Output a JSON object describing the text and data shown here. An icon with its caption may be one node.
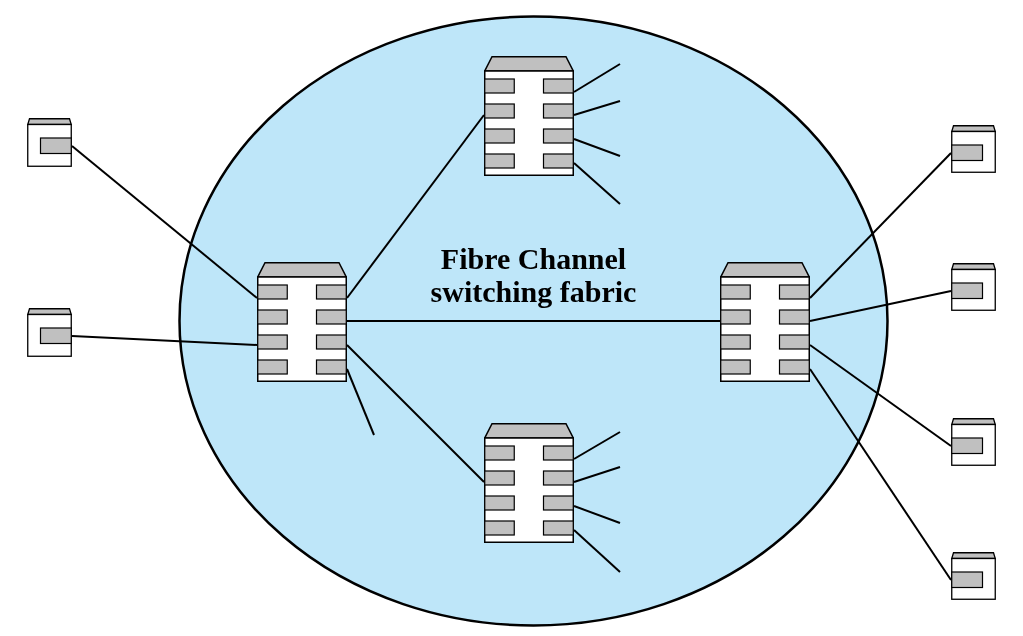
{
  "diagram": {
    "nodes": [
      {
        "text": [
          "Fibre Channel switching fabric"
        ]
      },
      {
        "text": [],
        "shape": "box",
        "in": 0
      },
      {
        "text": [],
        "shape": "box",
        "in": 0
      },
      {
        "text": [],
        "shape": "box",
        "in": 0
      },
      {
        "text": [],
        "shape": "box",
        "in": 0
      },
      {
        "text": [],
        "shape": "box"
      },
      {
        "text": [],
        "shape": "box"
      },
      {
        "text": [],
        "shape": "box"
      },
      {
        "text": [],
        "shape": "box"
      },
      {
        "text": [],
        "shape": "box"
      },
      {
        "text": [],
        "shape": "box"
      }
    ],
    "edges": [
      {
        "from": 5,
        "to": 2,
        "arrow": "none"
      },
      {
        "from": 6,
        "to": 2,
        "arrow": "none"
      },
      {
        "from": 2,
        "to": 1,
        "arrow": "none"
      },
      {
        "from": 2,
        "to": 3,
        "arrow": "none"
      },
      {
        "from": 2,
        "to": 4,
        "arrow": "none"
      },
      {
        "from": 2,
        "to": null,
        "arrow": "none"
      },
      {
        "from": 1,
        "to": null,
        "arrow": "none"
      },
      {
        "from": 1,
        "to": null,
        "arrow": "none"
      },
      {
        "from": 1,
        "to": null,
        "arrow": "none"
      },
      {
        "from": 1,
        "to": null,
        "arrow": "none"
      },
      {
        "from": 4,
        "to": null,
        "arrow": "none"
      },
      {
        "from": 4,
        "to": null,
        "arrow": "none"
      },
      {
        "from": 4,
        "to": null,
        "arrow": "none"
      },
      {
        "from": 4,
        "to": null,
        "arrow": "none"
      },
      {
        "from": 3,
        "to": 7,
        "arrow": "none"
      },
      {
        "from": 3,
        "to": 8,
        "arrow": "none"
      },
      {
        "from": 3,
        "to": 9,
        "arrow": "none"
      },
      {
        "from": 3,
        "to": 10,
        "arrow": "none"
      }
    ]
  }
}
